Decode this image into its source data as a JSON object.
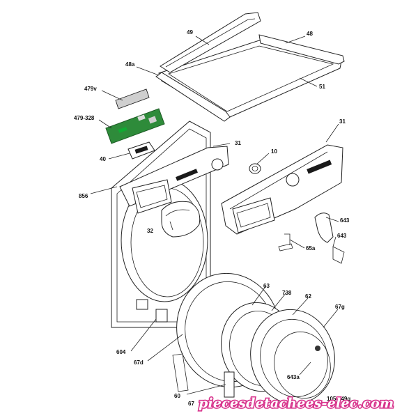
{
  "labels": {
    "p49": "49",
    "p48": "48",
    "p48a": "48a",
    "p51": "51",
    "p479v": "479v",
    "p479_328": "479-328",
    "p40": "40",
    "p856": "856",
    "p31a": "31",
    "p31b": "31",
    "p10": "10",
    "p32": "32",
    "p643a": "643",
    "p643b": "643",
    "p65a": "65a",
    "p63": "63",
    "p738": "738",
    "p62": "62",
    "p67g": "67g",
    "p604": "604",
    "p67d": "67d",
    "p643a_door": "643a",
    "p60": "60",
    "p67": "67",
    "p1058": "1058-49g"
  },
  "watermark": "piecesdetachees-elec.com",
  "colors": {
    "pcb": "#2e8b3a",
    "watermark_stroke": "#d8348d",
    "line": "#222222"
  }
}
